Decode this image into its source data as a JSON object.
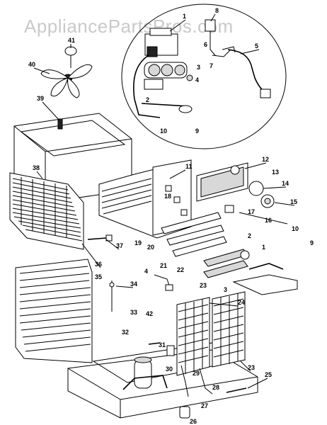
{
  "watermark": "AppliancePartsPros.com",
  "callouts": [
    "1",
    "8",
    "6",
    "5",
    "3",
    "7",
    "2",
    "4",
    "10",
    "9",
    "41",
    "40",
    "39",
    "38",
    "11",
    "12",
    "13",
    "14",
    "15",
    "18",
    "17",
    "16",
    "10",
    "9",
    "19",
    "20",
    "21",
    "22",
    "2",
    "1",
    "37",
    "36",
    "4",
    "3",
    "35",
    "34",
    "23",
    "24",
    "33",
    "42",
    "32",
    "31",
    "23",
    "25",
    "30",
    "29",
    "28",
    "27",
    "26"
  ]
}
